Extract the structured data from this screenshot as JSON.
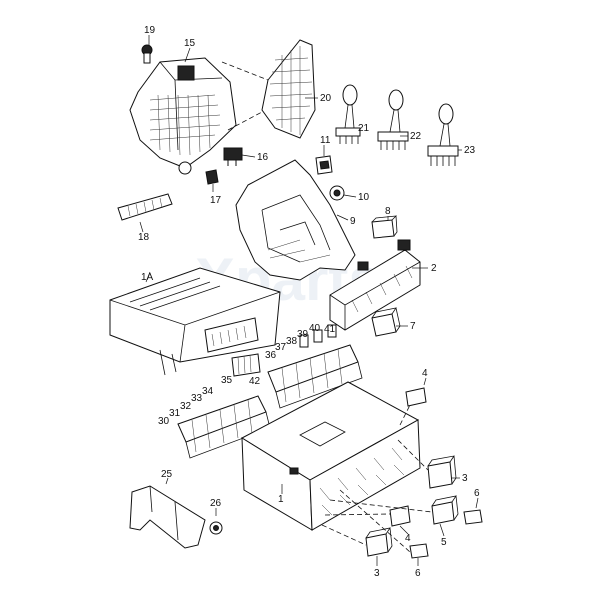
{
  "diagram": {
    "watermark": "Xparts",
    "labels": {
      "p19": "19",
      "p15": "15",
      "p20": "20",
      "p21": "21",
      "p22": "22",
      "p23": "23",
      "p11": "11",
      "p16": "16",
      "p17": "17",
      "p10": "10",
      "p9": "9",
      "p18": "18",
      "p8": "8",
      "p2": "2",
      "p1a": "1A",
      "p7": "7",
      "p41": "41",
      "p40": "40",
      "p39": "39",
      "p38": "38",
      "p37": "37",
      "p36": "36",
      "p42": "42",
      "p35": "35",
      "p34": "34",
      "p33": "33",
      "p32": "32",
      "p31": "31",
      "p30": "30",
      "p4a": "4",
      "p3a": "3",
      "p1": "1",
      "p6a": "6",
      "p25": "25",
      "p26": "26",
      "p5": "5",
      "p4b": "4",
      "p3b": "3",
      "p6b": "6"
    }
  }
}
